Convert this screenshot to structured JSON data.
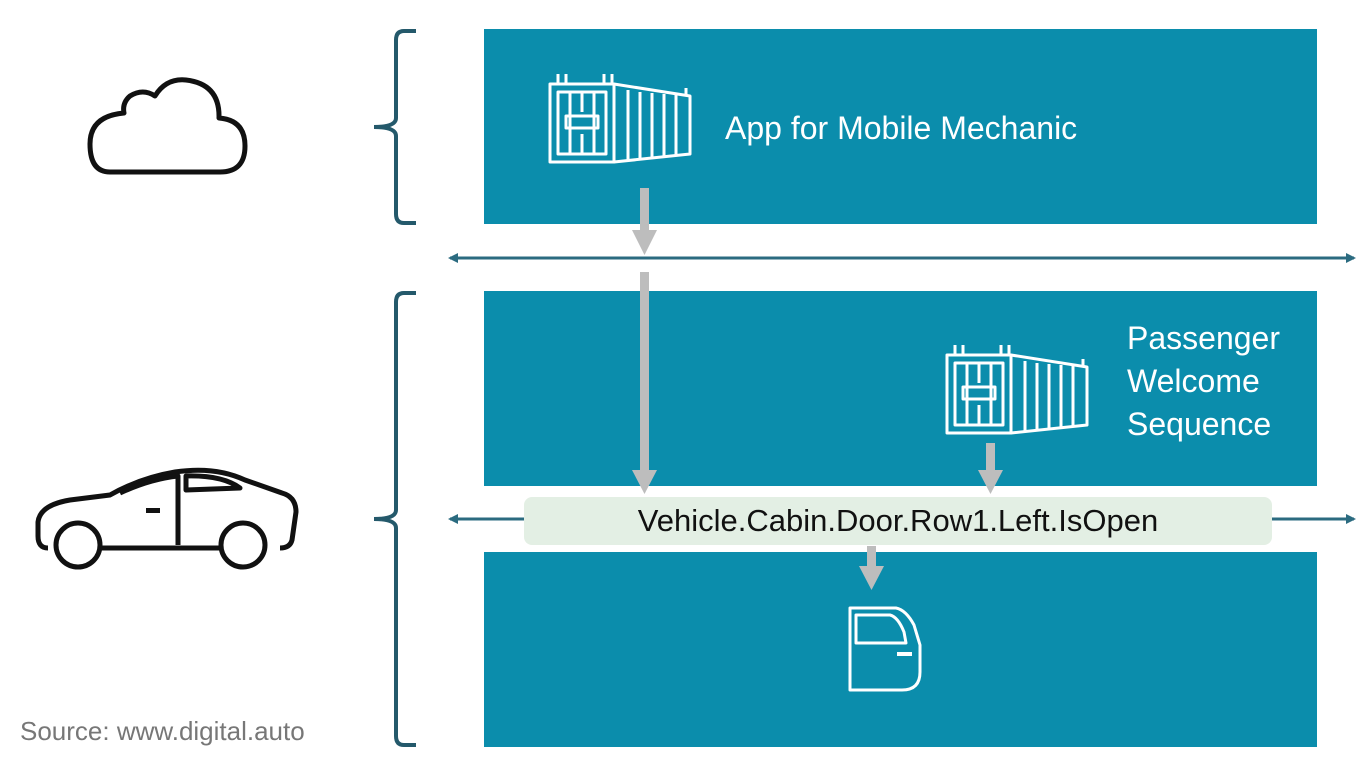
{
  "cloud_app": {
    "title": "App for Mobile Mechanic",
    "icon": "container-icon"
  },
  "vehicle_app": {
    "title_lines": [
      "Passenger",
      "Welcome",
      "Sequence"
    ],
    "icon": "container-icon"
  },
  "signal": {
    "name": "Vehicle.Cabin.Door.Row1.Left.IsOpen"
  },
  "vehicle_hw": {
    "icon": "car-door-icon"
  },
  "left_icons": {
    "top": "cloud-icon",
    "bottom": "car-icon"
  },
  "source": "Source: www.digital.auto",
  "colors": {
    "panel": "#0b8dac",
    "bus_line": "#2b6b80",
    "arrow": "#bdbdbd",
    "pill": "#e3efe4",
    "bracket": "#24596b"
  }
}
